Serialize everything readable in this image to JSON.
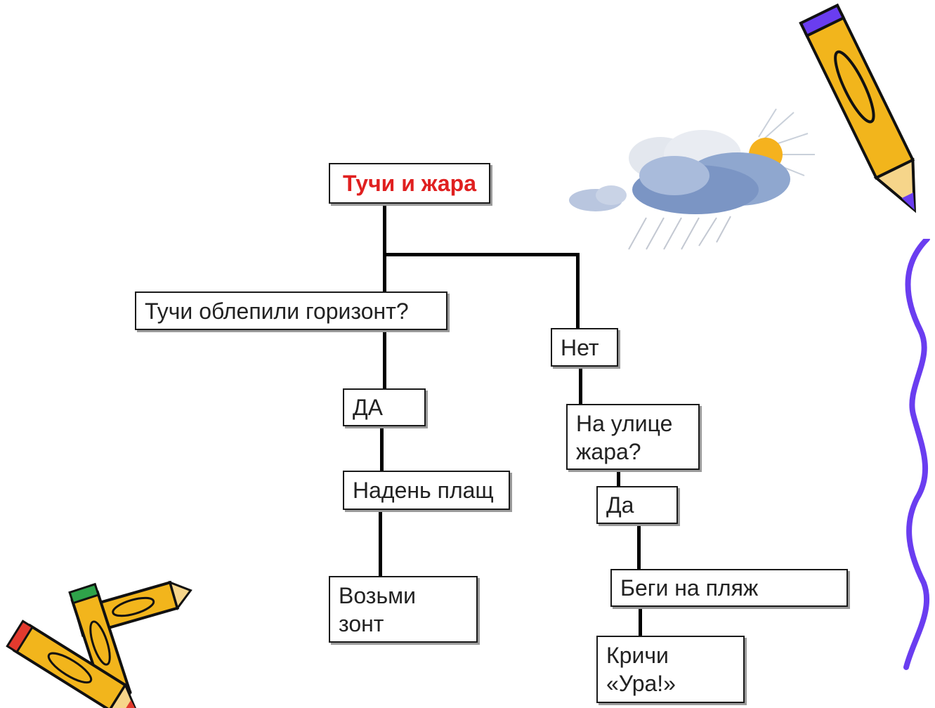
{
  "diagram": {
    "root": "Тучи и жара",
    "question1": "Тучи облепили горизонт?",
    "yes1": "ДА",
    "action1": "Надень плащ",
    "action2": "Возьми\nзонт",
    "no1": "Нет",
    "question2": "На улице\nжара?",
    "yes2": "Да",
    "action3": "Беги на пляж",
    "action4": "Кричи\n«Ура!»"
  },
  "decorations": {
    "weather": "cloud-sun-rain-icon",
    "pencil_top": "pencil-icon",
    "pencils_bottom": "crossed-pencils-icon",
    "wave_border": "wavy-line"
  },
  "colors": {
    "root_text": "#e02020",
    "text": "#222222",
    "pencil_body": "#f2b51c",
    "pencil_tip": "#7a4fd8",
    "wave": "#6a3df0"
  }
}
